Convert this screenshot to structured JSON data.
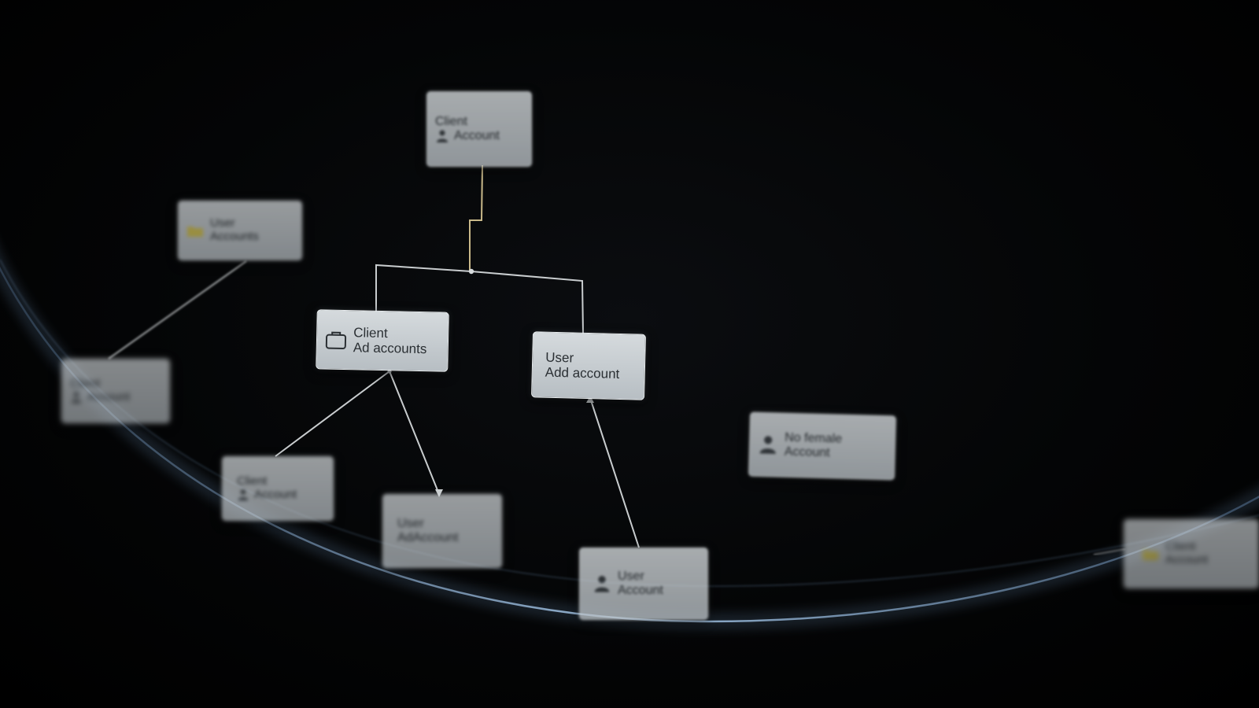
{
  "diagram": {
    "nodes": [
      {
        "id": "top",
        "line1": "Client",
        "line2": "Account",
        "icon": "person-icon"
      },
      {
        "id": "left-top",
        "line1": "User",
        "line2": "Accounts",
        "icon": "folder-icon"
      },
      {
        "id": "left-mid",
        "line1": "Client",
        "line2": "Account",
        "icon": "person-icon"
      },
      {
        "id": "center-left",
        "line1": "Client",
        "line2": "Ad accounts",
        "icon": "briefcase-icon"
      },
      {
        "id": "center-right",
        "line1": "User",
        "line2": "Add account",
        "icon": ""
      },
      {
        "id": "right-mid",
        "line1": "No female",
        "line2": "Account",
        "icon": "person-icon"
      },
      {
        "id": "bottom-left",
        "line1": "Client",
        "line2": "Account",
        "icon": "person-icon"
      },
      {
        "id": "bottom-mid",
        "line1": "User",
        "line2": "AdAccount",
        "icon": ""
      },
      {
        "id": "bottom-right",
        "line1": "User",
        "line2": "Account",
        "icon": "person-icon"
      },
      {
        "id": "far-right",
        "line1": "Client",
        "line2": "Account",
        "icon": "folder-icon"
      }
    ],
    "colors": {
      "background": "#000000",
      "node_fill": "#c4cacf",
      "node_text": "#2a2f33",
      "connector": "#c9cdcf",
      "connector_accent": "#c9b98a",
      "arc_glow": "#8fb2d6"
    }
  }
}
